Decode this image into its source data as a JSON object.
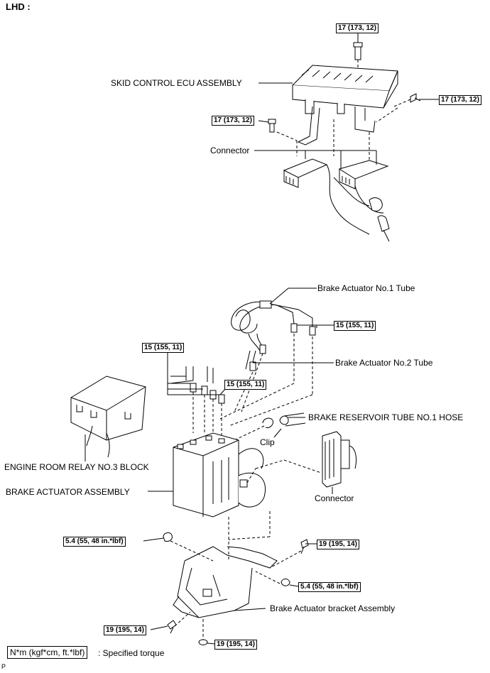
{
  "header": {
    "title": "LHD :"
  },
  "labels": {
    "skid_ecu": "SKID CONTROL ECU ASSEMBLY",
    "connector_top": "Connector",
    "tube1": "Brake Actuator No.1 Tube",
    "tube2": "Brake Actuator No.2 Tube",
    "reservoir_hose": "BRAKE RESERVOIR TUBE NO.1 HOSE",
    "clip": "Clip",
    "relay_block": "ENGINE ROOM RELAY NO.3 BLOCK",
    "actuator": "BRAKE ACTUATOR ASSEMBLY",
    "connector_bottom": "Connector",
    "bracket": "Brake Actuator bracket Assembly"
  },
  "torques": {
    "t_ecu_top": "17 (173, 12)",
    "t_ecu_right": "17 (173, 12)",
    "t_ecu_left": "17 (173, 12)",
    "t_tube1": "15 (155, 11)",
    "t_left_tubes": "15 (155, 11)",
    "t_tube2": "15 (155, 11)",
    "t_nut_left": "5.4 (55, 48 in.*lbf)",
    "t_bolt_right": "19 (195, 14)",
    "t_nut_right": "5.4 (55, 48 in.*lbf)",
    "t_bolt_bl": "19 (195, 14)",
    "t_bolt_bottom": "19 (195, 14)"
  },
  "legend": {
    "unit": "N*m (kgf*cm, ft.*lbf)",
    "desc": ": Specified torque"
  },
  "page_mark": "P"
}
